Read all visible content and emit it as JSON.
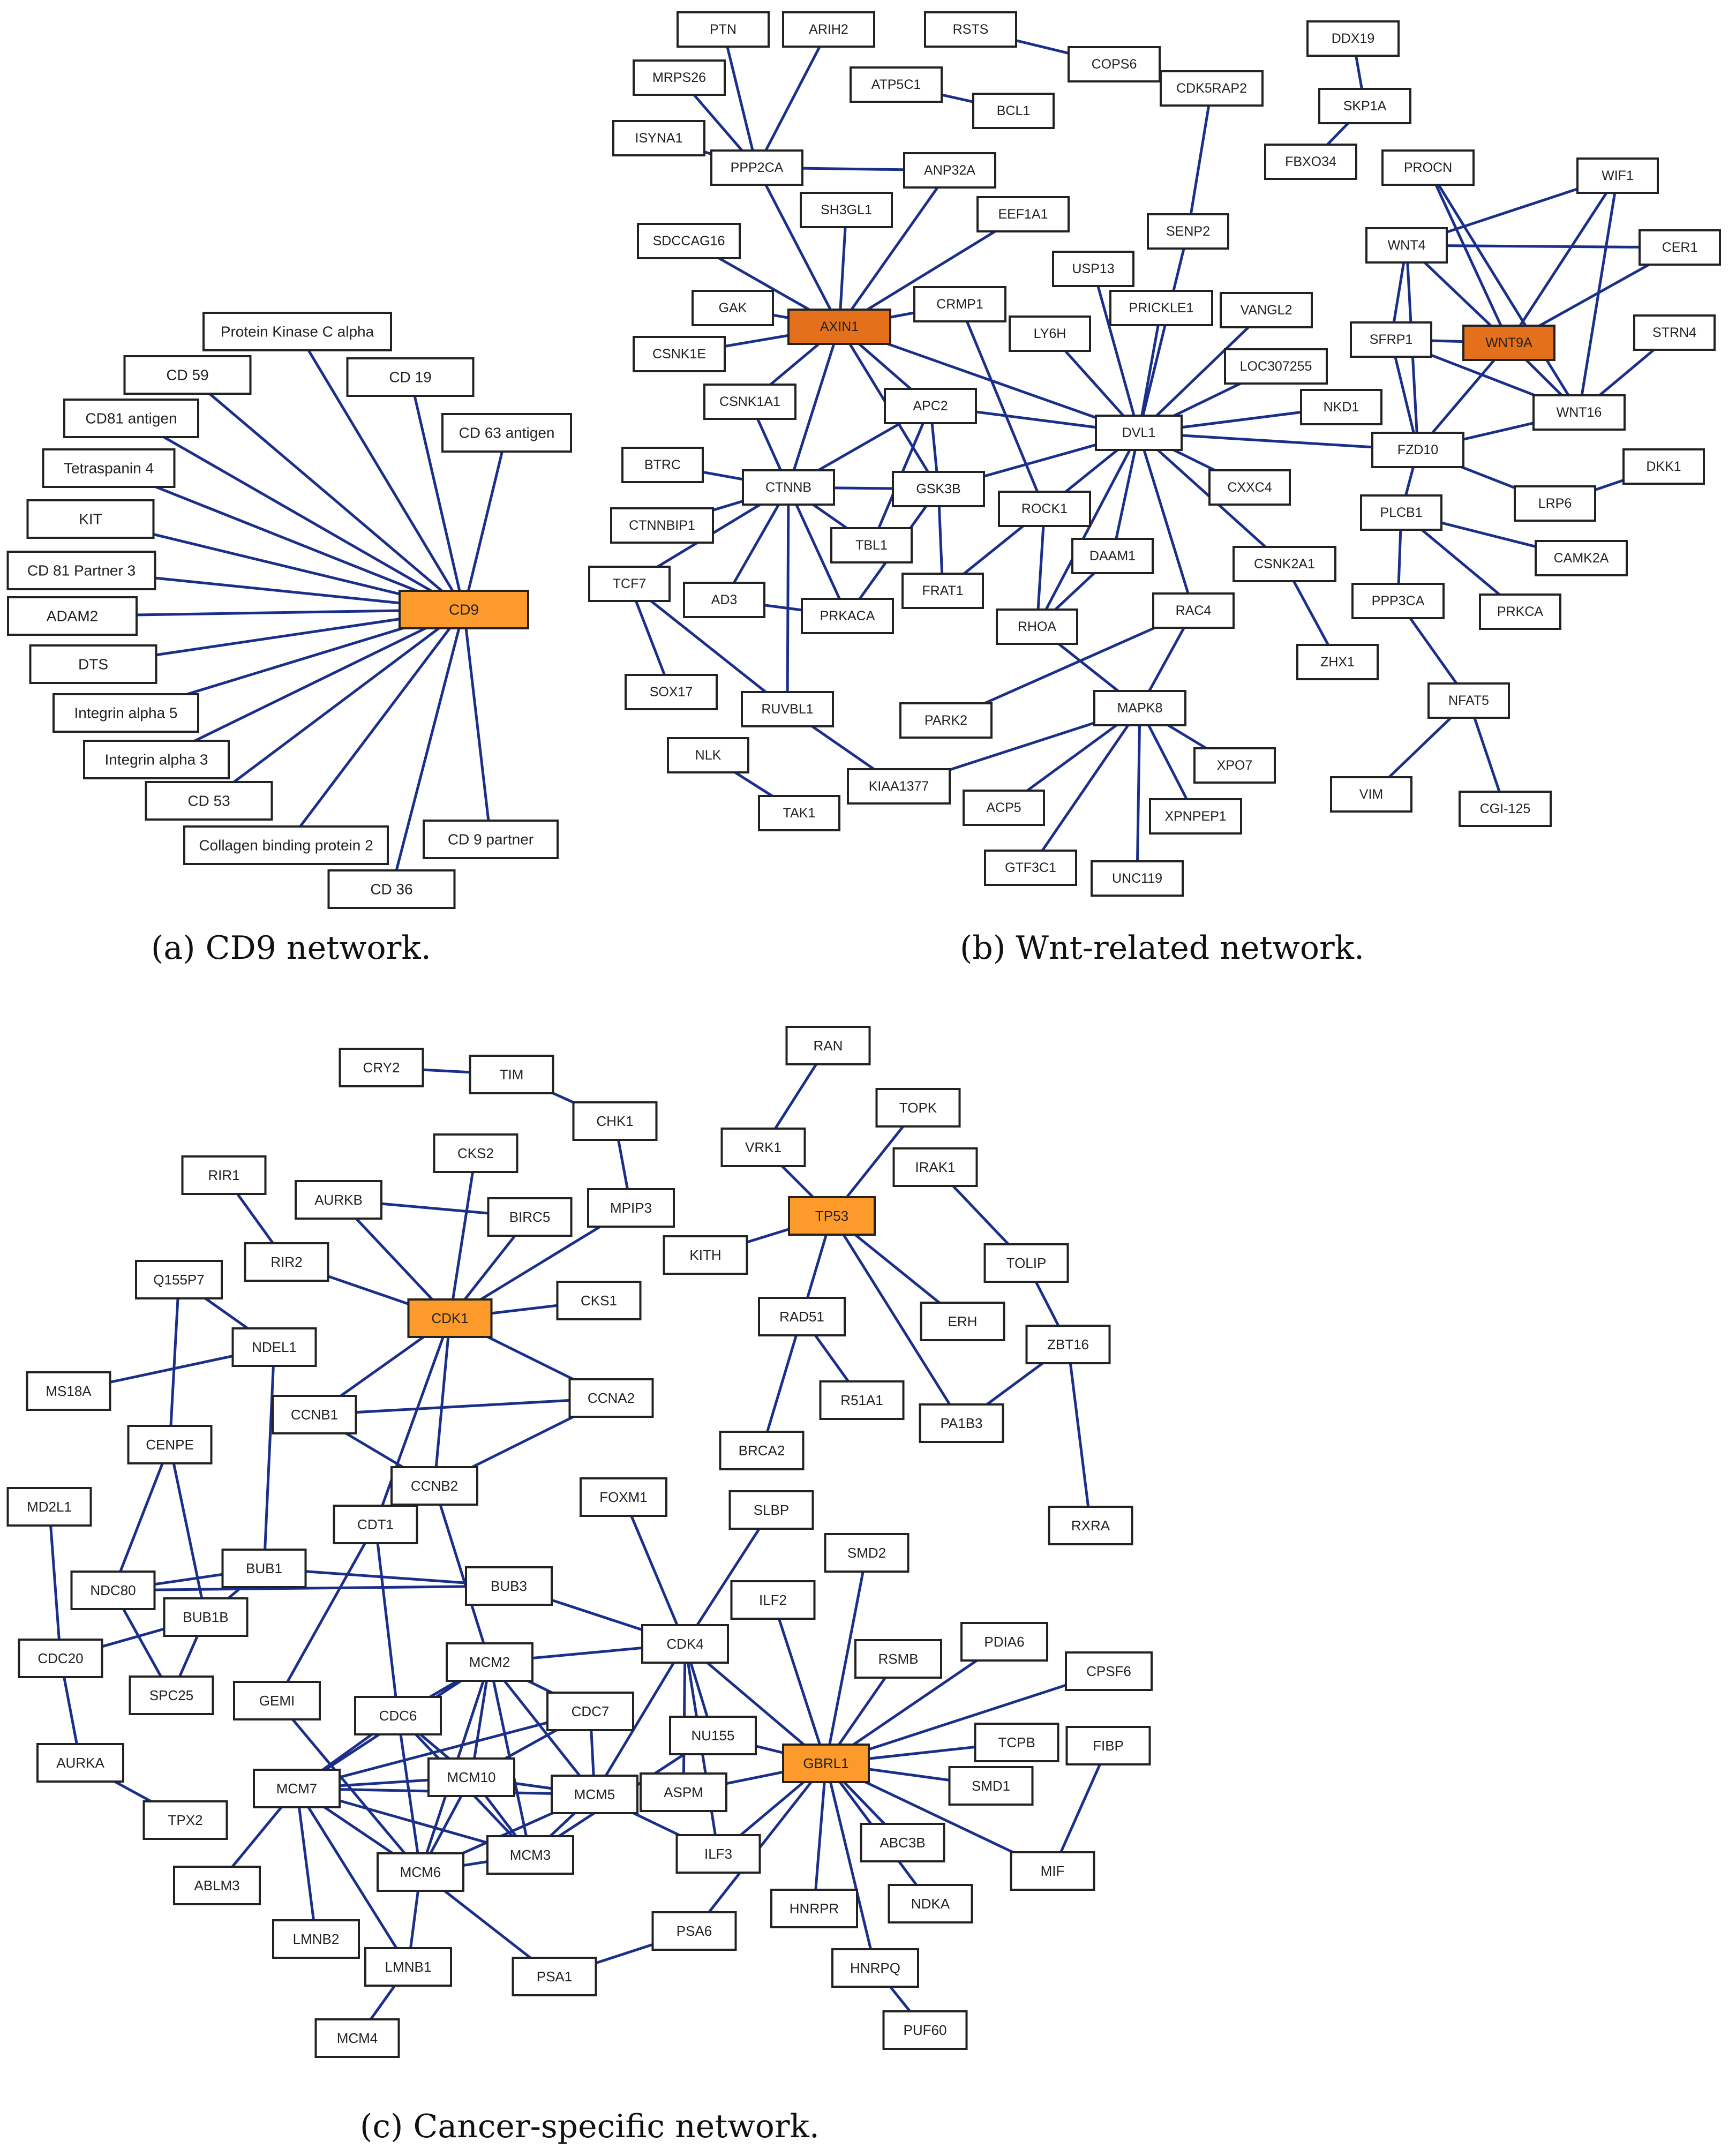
{
  "colors": {
    "edge": "#1a2f8a",
    "node_fill": "#ffffff",
    "node_border": "#222222",
    "hub_light": "#fd9a2c",
    "hub_dark": "#e4701c"
  },
  "captions": {
    "a": "(a)  CD9 network.",
    "b": "(b)  Wnt-related network.",
    "c": "(c)  Cancer-specific network."
  },
  "networks": [
    {
      "id": "a",
      "hubs": [
        "CD9"
      ],
      "nodes": [
        "CD9",
        "Protein Kinase C alpha",
        "CD 59",
        "CD 19",
        "CD81 antigen",
        "CD 63 antigen",
        "Tetraspanin 4",
        "KIT",
        "CD 81 Partner 3",
        "ADAM2",
        "DTS",
        "Integrin alpha 5",
        "Integrin alpha 3",
        "CD 53",
        "Collagen binding protein 2",
        "CD 9 partner",
        "CD 36"
      ],
      "edges": [
        [
          "CD9",
          "Protein Kinase C alpha"
        ],
        [
          "CD9",
          "CD 59"
        ],
        [
          "CD9",
          "CD 19"
        ],
        [
          "CD9",
          "CD81 antigen"
        ],
        [
          "CD9",
          "CD 63 antigen"
        ],
        [
          "CD9",
          "Tetraspanin 4"
        ],
        [
          "CD9",
          "KIT"
        ],
        [
          "CD9",
          "CD 81 Partner 3"
        ],
        [
          "CD9",
          "ADAM2"
        ],
        [
          "CD9",
          "DTS"
        ],
        [
          "CD9",
          "Integrin alpha 5"
        ],
        [
          "CD9",
          "Integrin alpha 3"
        ],
        [
          "CD9",
          "CD 53"
        ],
        [
          "CD9",
          "Collagen binding protein 2"
        ],
        [
          "CD9",
          "CD 9 partner"
        ],
        [
          "CD9",
          "CD 36"
        ]
      ]
    },
    {
      "id": "b",
      "hubs": [
        "AXIN1",
        "WNT9A"
      ],
      "nodes": [
        "PTN",
        "ARIH2",
        "RSTS",
        "COPS6",
        "MRPS26",
        "ATP5C1",
        "BCL1",
        "CDK5RAP2",
        "DDX19",
        "SKP1A",
        "FBXO34",
        "ISYNA1",
        "PPP2CA",
        "ANP32A",
        "SH3GL1",
        "EEF1A1",
        "SDCCAG16",
        "GAK",
        "AXIN1",
        "CRMP1",
        "CSNK1E",
        "CSNK1A1",
        "APC2",
        "BTRC",
        "CTNNB",
        "GSK3B",
        "CTNNBIP1",
        "TBL1",
        "TCF7",
        "AD3",
        "PRKACA",
        "FRAT1",
        "SOX17",
        "RUVBL1",
        "NLK",
        "TAK1",
        "KIAA1377",
        "USP13",
        "SENP2",
        "PRICKLE1",
        "VANGL2",
        "LY6H",
        "LOC307255",
        "DVL1",
        "NKD1",
        "CXXC4",
        "ROCK1",
        "DAAM1",
        "RHOA",
        "CSNK2A1",
        "RAC4",
        "ZHX1",
        "PARK2",
        "MAPK8",
        "XPO7",
        "ACP5",
        "XPNPEP1",
        "GTF3C1",
        "UNC119",
        "PROCN",
        "WIF1",
        "WNT4",
        "CER1",
        "SFRP1",
        "WNT9A",
        "STRN4",
        "WNT16",
        "FZD10",
        "DKK1",
        "LRP6",
        "PLCB1",
        "CAMK2A",
        "PPP3CA",
        "PRKCA",
        "NFAT5",
        "VIM",
        "CGI-125"
      ],
      "edges": [
        [
          "PTN",
          "PPP2CA"
        ],
        [
          "ARIH2",
          "PPP2CA"
        ],
        [
          "MRPS26",
          "PPP2CA"
        ],
        [
          "ISYNA1",
          "PPP2CA"
        ],
        [
          "PPP2CA",
          "ANP32A"
        ],
        [
          "PPP2CA",
          "AXIN1"
        ],
        [
          "ANP32A",
          "AXIN1"
        ],
        [
          "SH3GL1",
          "AXIN1"
        ],
        [
          "EEF1A1",
          "AXIN1"
        ],
        [
          "SDCCAG16",
          "AXIN1"
        ],
        [
          "GAK",
          "AXIN1"
        ],
        [
          "CSNK1E",
          "AXIN1"
        ],
        [
          "CRMP1",
          "AXIN1"
        ],
        [
          "AXIN1",
          "CSNK1A1"
        ],
        [
          "AXIN1",
          "CTNNB"
        ],
        [
          "AXIN1",
          "APC2"
        ],
        [
          "AXIN1",
          "GSK3B"
        ],
        [
          "AXIN1",
          "DVL1"
        ],
        [
          "RSTS",
          "COPS6"
        ],
        [
          "ATP5C1",
          "BCL1"
        ],
        [
          "CDK5RAP2",
          "SENP2"
        ],
        [
          "DDX19",
          "SKP1A"
        ],
        [
          "SKP1A",
          "FBXO34"
        ],
        [
          "CSNK1A1",
          "CTNNB"
        ],
        [
          "APC2",
          "CTNNB"
        ],
        [
          "APC2",
          "DVL1"
        ],
        [
          "APC2",
          "TBL1"
        ],
        [
          "APC2",
          "GSK3B"
        ],
        [
          "BTRC",
          "CTNNB"
        ],
        [
          "CTNNBIP1",
          "CTNNB"
        ],
        [
          "CTNNB",
          "GSK3B"
        ],
        [
          "CTNNB",
          "TCF7"
        ],
        [
          "CTNNB",
          "AD3"
        ],
        [
          "CTNNB",
          "PRKACA"
        ],
        [
          "CTNNB",
          "TBL1"
        ],
        [
          "CTNNB",
          "RUVBL1"
        ],
        [
          "GSK3B",
          "DVL1"
        ],
        [
          "GSK3B",
          "FRAT1"
        ],
        [
          "GSK3B",
          "PRKACA"
        ],
        [
          "AD3",
          "PRKACA"
        ],
        [
          "TCF7",
          "SOX17"
        ],
        [
          "TCF7",
          "RUVBL1"
        ],
        [
          "RUVBL1",
          "KIAA1377"
        ],
        [
          "NLK",
          "TAK1"
        ],
        [
          "KIAA1377",
          "MAPK8"
        ],
        [
          "CRMP1",
          "ROCK1"
        ],
        [
          "USP13",
          "DVL1"
        ],
        [
          "SENP2",
          "DVL1"
        ],
        [
          "PRICKLE1",
          "DVL1"
        ],
        [
          "VANGL2",
          "DVL1"
        ],
        [
          "LY6H",
          "DVL1"
        ],
        [
          "LOC307255",
          "DVL1"
        ],
        [
          "NKD1",
          "DVL1"
        ],
        [
          "CXXC4",
          "DVL1"
        ],
        [
          "DVL1",
          "FZD10"
        ],
        [
          "DVL1",
          "ROCK1"
        ],
        [
          "DVL1",
          "DAAM1"
        ],
        [
          "DVL1",
          "RHOA"
        ],
        [
          "DVL1",
          "CSNK2A1"
        ],
        [
          "DVL1",
          "RAC4"
        ],
        [
          "CSNK2A1",
          "ZHX1"
        ],
        [
          "ROCK1",
          "RHOA"
        ],
        [
          "ROCK1",
          "FRAT1"
        ],
        [
          "DAAM1",
          "RHOA"
        ],
        [
          "RHOA",
          "MAPK8"
        ],
        [
          "RAC4",
          "MAPK8"
        ],
        [
          "RAC4",
          "PARK2"
        ],
        [
          "MAPK8",
          "XPO7"
        ],
        [
          "MAPK8",
          "ACP5"
        ],
        [
          "MAPK8",
          "XPNPEP1"
        ],
        [
          "MAPK8",
          "GTF3C1"
        ],
        [
          "MAPK8",
          "UNC119"
        ],
        [
          "PROCN",
          "WNT9A"
        ],
        [
          "PROCN",
          "WNT16"
        ],
        [
          "WIF1",
          "WNT9A"
        ],
        [
          "WIF1",
          "WNT16"
        ],
        [
          "WIF1",
          "WNT4"
        ],
        [
          "WNT4",
          "CER1"
        ],
        [
          "WNT4",
          "SFRP1"
        ],
        [
          "WNT4",
          "WNT9A"
        ],
        [
          "WNT4",
          "FZD10"
        ],
        [
          "CER1",
          "WNT9A"
        ],
        [
          "SFRP1",
          "WNT9A"
        ],
        [
          "SFRP1",
          "FZD10"
        ],
        [
          "SFRP1",
          "WNT16"
        ],
        [
          "WNT9A",
          "WNT16"
        ],
        [
          "WNT9A",
          "FZD10"
        ],
        [
          "STRN4",
          "WNT16"
        ],
        [
          "WNT16",
          "FZD10"
        ],
        [
          "FZD10",
          "LRP6"
        ],
        [
          "FZD10",
          "PLCB1"
        ],
        [
          "LRP6",
          "DKK1"
        ],
        [
          "PLCB1",
          "CAMK2A"
        ],
        [
          "PLCB1",
          "PRKCA"
        ],
        [
          "PLCB1",
          "PPP3CA"
        ],
        [
          "PPP3CA",
          "NFAT5"
        ],
        [
          "NFAT5",
          "VIM"
        ],
        [
          "NFAT5",
          "CGI-125"
        ]
      ]
    },
    {
      "id": "c",
      "hubs": [
        "CDK1",
        "TP53",
        "GBRL1"
      ],
      "nodes": [
        "CRY2",
        "TIM",
        "CHK1",
        "CKS2",
        "RIR1",
        "AURKB",
        "BIRC5",
        "MPIP3",
        "RIR2",
        "CDK1",
        "CKS1",
        "Q155P7",
        "NDEL1",
        "MS18A",
        "CCNB1",
        "CCNA2",
        "CENPE",
        "CCNB2",
        "MD2L1",
        "CDT1",
        "BUB1",
        "BUB3",
        "NDC80",
        "BUB1B",
        "CDC20",
        "SPC25",
        "AURKA",
        "TPX2",
        "GEMI",
        "MCM2",
        "CDC6",
        "CDC7",
        "MCM7",
        "MCM10",
        "MCM5",
        "MCM3",
        "MCM6",
        "ABLM3",
        "LMNB2",
        "LMNB1",
        "MCM4",
        "PSA1",
        "PSA6",
        "RAN",
        "VRK1",
        "TOPK",
        "IRAK1",
        "TP53",
        "KITH",
        "TOLIP",
        "RAD51",
        "ERH",
        "ZBT16",
        "R51A1",
        "PA1B3",
        "BRCA2",
        "RXRA",
        "FOXM1",
        "SLBP",
        "SMD2",
        "ILF2",
        "CDK4",
        "PDIA6",
        "RSMB",
        "CPSF6",
        "NU155",
        "GBRL1",
        "TCPB",
        "FIBP",
        "ASPM",
        "SMD1",
        "ABC3B",
        "ILF3",
        "MIF",
        "HNRPR",
        "NDKA",
        "HNRPQ",
        "PUF60"
      ],
      "edges": [
        [
          "CRY2",
          "TIM"
        ],
        [
          "TIM",
          "CHK1"
        ],
        [
          "CHK1",
          "MPIP3"
        ],
        [
          "CKS2",
          "CDK1"
        ],
        [
          "RIR1",
          "RIR2"
        ],
        [
          "RIR2",
          "CDK1"
        ],
        [
          "AURKB",
          "BIRC5"
        ],
        [
          "AURKB",
          "CDK1"
        ],
        [
          "BIRC5",
          "CDK1"
        ],
        [
          "MPIP3",
          "CDK1"
        ],
        [
          "CKS1",
          "CDK1"
        ],
        [
          "CDK1",
          "CCNA2"
        ],
        [
          "CDK1",
          "CCNB1"
        ],
        [
          "CDK1",
          "CCNB2"
        ],
        [
          "CDK1",
          "CDT1"
        ],
        [
          "CCNB1",
          "CCNA2"
        ],
        [
          "CCNB1",
          "CCNB2"
        ],
        [
          "CCNA2",
          "CCNB2"
        ],
        [
          "Q155P7",
          "NDEL1"
        ],
        [
          "Q155P7",
          "CENPE"
        ],
        [
          "NDEL1",
          "MS18A"
        ],
        [
          "NDEL1",
          "BUB1"
        ],
        [
          "CENPE",
          "NDC80"
        ],
        [
          "CENPE",
          "BUB1B"
        ],
        [
          "MD2L1",
          "CDC20"
        ],
        [
          "CCNB2",
          "MCM2"
        ],
        [
          "CDT1",
          "GEMI"
        ],
        [
          "CDT1",
          "CDC6"
        ],
        [
          "BUB1",
          "BUB3"
        ],
        [
          "BUB1",
          "BUB1B"
        ],
        [
          "BUB1",
          "NDC80"
        ],
        [
          "BUB3",
          "NDC80"
        ],
        [
          "BUB3",
          "CDK4"
        ],
        [
          "BUB1B",
          "SPC25"
        ],
        [
          "BUB1B",
          "CDC20"
        ],
        [
          "NDC80",
          "SPC25"
        ],
        [
          "CDC20",
          "AURKA"
        ],
        [
          "AURKA",
          "TPX2"
        ],
        [
          "GEMI",
          "MCM6"
        ],
        [
          "MCM2",
          "CDK4"
        ],
        [
          "MCM2",
          "CDC6"
        ],
        [
          "MCM2",
          "MCM7"
        ],
        [
          "MCM2",
          "MCM10"
        ],
        [
          "MCM2",
          "MCM6"
        ],
        [
          "MCM2",
          "MCM3"
        ],
        [
          "MCM2",
          "MCM5"
        ],
        [
          "MCM2",
          "CDC7"
        ],
        [
          "CDC6",
          "MCM7"
        ],
        [
          "CDC6",
          "MCM10"
        ],
        [
          "CDC6",
          "MCM3"
        ],
        [
          "CDC6",
          "MCM6"
        ],
        [
          "CDC7",
          "MCM7"
        ],
        [
          "CDC7",
          "MCM10"
        ],
        [
          "CDC7",
          "MCM5"
        ],
        [
          "MCM7",
          "MCM10"
        ],
        [
          "MCM7",
          "MCM6"
        ],
        [
          "MCM7",
          "MCM3"
        ],
        [
          "MCM7",
          "MCM5"
        ],
        [
          "MCM7",
          "ABLM3"
        ],
        [
          "MCM7",
          "LMNB2"
        ],
        [
          "MCM7",
          "LMNB1"
        ],
        [
          "MCM10",
          "MCM6"
        ],
        [
          "MCM10",
          "MCM3"
        ],
        [
          "MCM10",
          "MCM5"
        ],
        [
          "MCM5",
          "MCM3"
        ],
        [
          "MCM5",
          "MCM6"
        ],
        [
          "MCM5",
          "CDK4"
        ],
        [
          "MCM5",
          "ILF3"
        ],
        [
          "MCM3",
          "MCM6"
        ],
        [
          "MCM3",
          "NU155"
        ],
        [
          "MCM6",
          "LMNB1"
        ],
        [
          "MCM6",
          "PSA1"
        ],
        [
          "LMNB1",
          "MCM4"
        ],
        [
          "PSA1",
          "PSA6"
        ],
        [
          "PSA6",
          "GBRL1"
        ],
        [
          "RAN",
          "VRK1"
        ],
        [
          "VRK1",
          "TP53"
        ],
        [
          "TOPK",
          "TP53"
        ],
        [
          "TP53",
          "KITH"
        ],
        [
          "TP53",
          "RAD51"
        ],
        [
          "TP53",
          "ERH"
        ],
        [
          "TP53",
          "PA1B3"
        ],
        [
          "IRAK1",
          "TOLIP"
        ],
        [
          "TOLIP",
          "ZBT16"
        ],
        [
          "ZBT16",
          "PA1B3"
        ],
        [
          "ZBT16",
          "RXRA"
        ],
        [
          "RAD51",
          "R51A1"
        ],
        [
          "RAD51",
          "BRCA2"
        ],
        [
          "FOXM1",
          "CDK4"
        ],
        [
          "SLBP",
          "CDK4"
        ],
        [
          "CDK4",
          "NU155"
        ],
        [
          "CDK4",
          "ASPM"
        ],
        [
          "CDK4",
          "GBRL1"
        ],
        [
          "CDK4",
          "ILF3"
        ],
        [
          "NU155",
          "GBRL1"
        ],
        [
          "ASPM",
          "GBRL1"
        ],
        [
          "SMD2",
          "GBRL1"
        ],
        [
          "ILF2",
          "GBRL1"
        ],
        [
          "RSMB",
          "GBRL1"
        ],
        [
          "PDIA6",
          "GBRL1"
        ],
        [
          "CPSF6",
          "GBRL1"
        ],
        [
          "TCPB",
          "GBRL1"
        ],
        [
          "SMD1",
          "GBRL1"
        ],
        [
          "ABC3B",
          "GBRL1"
        ],
        [
          "GBRL1",
          "MIF"
        ],
        [
          "GBRL1",
          "NDKA"
        ],
        [
          "GBRL1",
          "HNRPR"
        ],
        [
          "GBRL1",
          "HNRPQ"
        ],
        [
          "GBRL1",
          "ILF3"
        ],
        [
          "FIBP",
          "MIF"
        ],
        [
          "HNRPQ",
          "PUF60"
        ]
      ]
    }
  ]
}
